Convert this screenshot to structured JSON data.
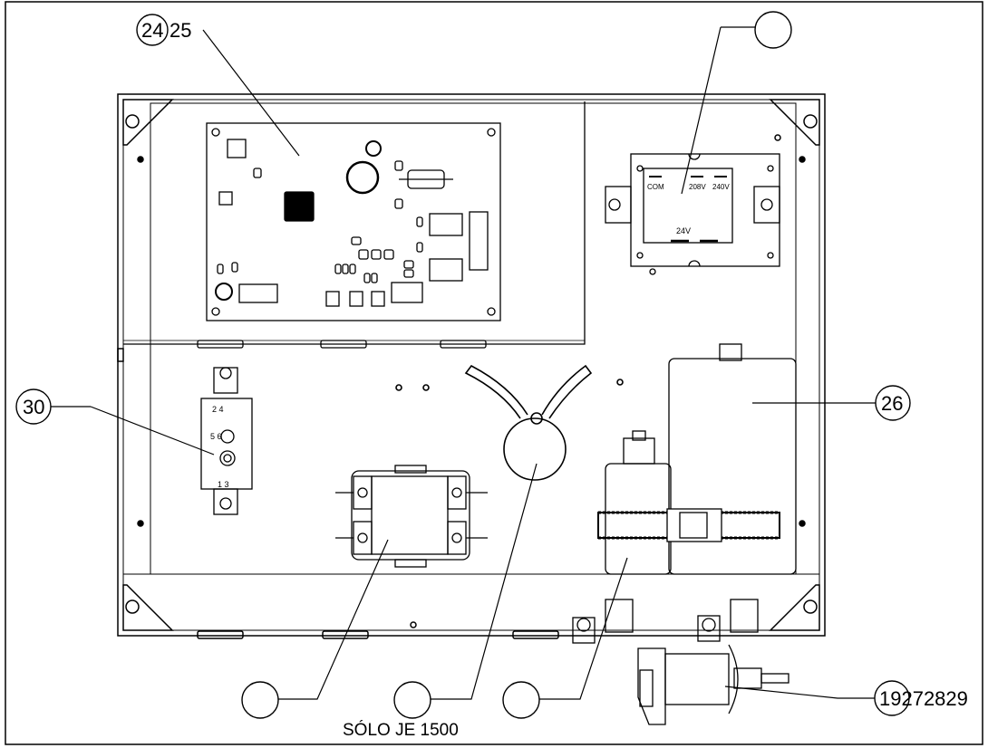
{
  "callouts": {
    "top_left_circle": "24",
    "top_left_text": "25",
    "left": "30",
    "right": "26",
    "bottom_right": "19272829",
    "top_right": "",
    "bottom_1": "",
    "bottom_2": "",
    "bottom_3": ""
  },
  "labels": {
    "bottom_caption": "SÓLO JE 1500",
    "transformer_com": "COM",
    "transformer_208": "208V",
    "transformer_240": "240V",
    "transformer_24": "24V",
    "relay_terminals_top": "2   4",
    "relay_terminals_mid": "5   6",
    "relay_terminals_bot": "1   3"
  }
}
